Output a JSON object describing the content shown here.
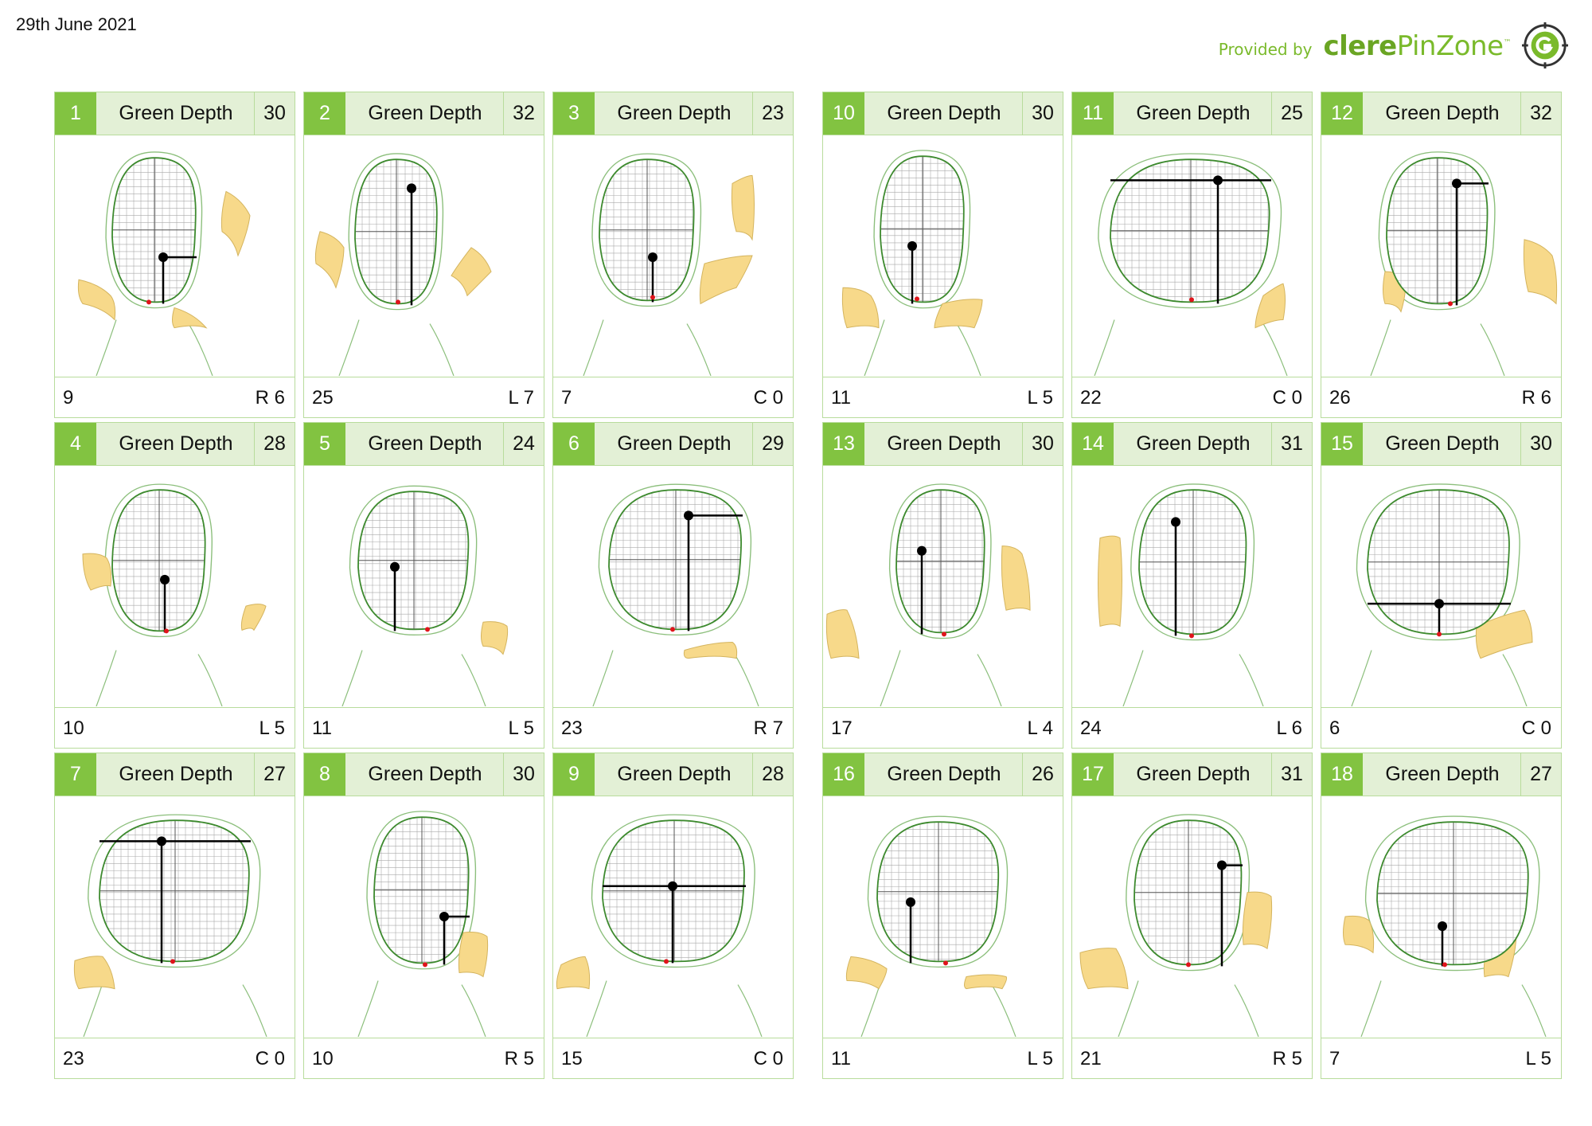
{
  "date": "29th June 2021",
  "brand": {
    "provided_by": "Provided by",
    "name_bold": "clere",
    "name_light": "PinZone",
    "tm": "™"
  },
  "accent": "#82c341",
  "label": "Green Depth",
  "holes": [
    {
      "num": "1",
      "depth": "30",
      "left": "9",
      "right": "R 6"
    },
    {
      "num": "2",
      "depth": "32",
      "left": "25",
      "right": "L 7"
    },
    {
      "num": "3",
      "depth": "23",
      "left": "7",
      "right": "C 0"
    },
    {
      "num": "10",
      "depth": "30",
      "left": "11",
      "right": "L 5"
    },
    {
      "num": "11",
      "depth": "25",
      "left": "22",
      "right": "C 0"
    },
    {
      "num": "12",
      "depth": "32",
      "left": "26",
      "right": "R 6"
    },
    {
      "num": "4",
      "depth": "28",
      "left": "10",
      "right": "L 5"
    },
    {
      "num": "5",
      "depth": "24",
      "left": "11",
      "right": "L 5"
    },
    {
      "num": "6",
      "depth": "29",
      "left": "23",
      "right": "R 7"
    },
    {
      "num": "13",
      "depth": "30",
      "left": "17",
      "right": "L 4"
    },
    {
      "num": "14",
      "depth": "31",
      "left": "24",
      "right": "L 6"
    },
    {
      "num": "15",
      "depth": "30",
      "left": "6",
      "right": "C 0"
    },
    {
      "num": "7",
      "depth": "27",
      "left": "23",
      "right": "C 0"
    },
    {
      "num": "8",
      "depth": "30",
      "left": "10",
      "right": "R 5"
    },
    {
      "num": "9",
      "depth": "28",
      "left": "15",
      "right": "C 0"
    },
    {
      "num": "16",
      "depth": "26",
      "left": "11",
      "right": "L 5"
    },
    {
      "num": "17",
      "depth": "31",
      "left": "21",
      "right": "R 5"
    },
    {
      "num": "18",
      "depth": "27",
      "left": "7",
      "right": "L 5"
    }
  ]
}
